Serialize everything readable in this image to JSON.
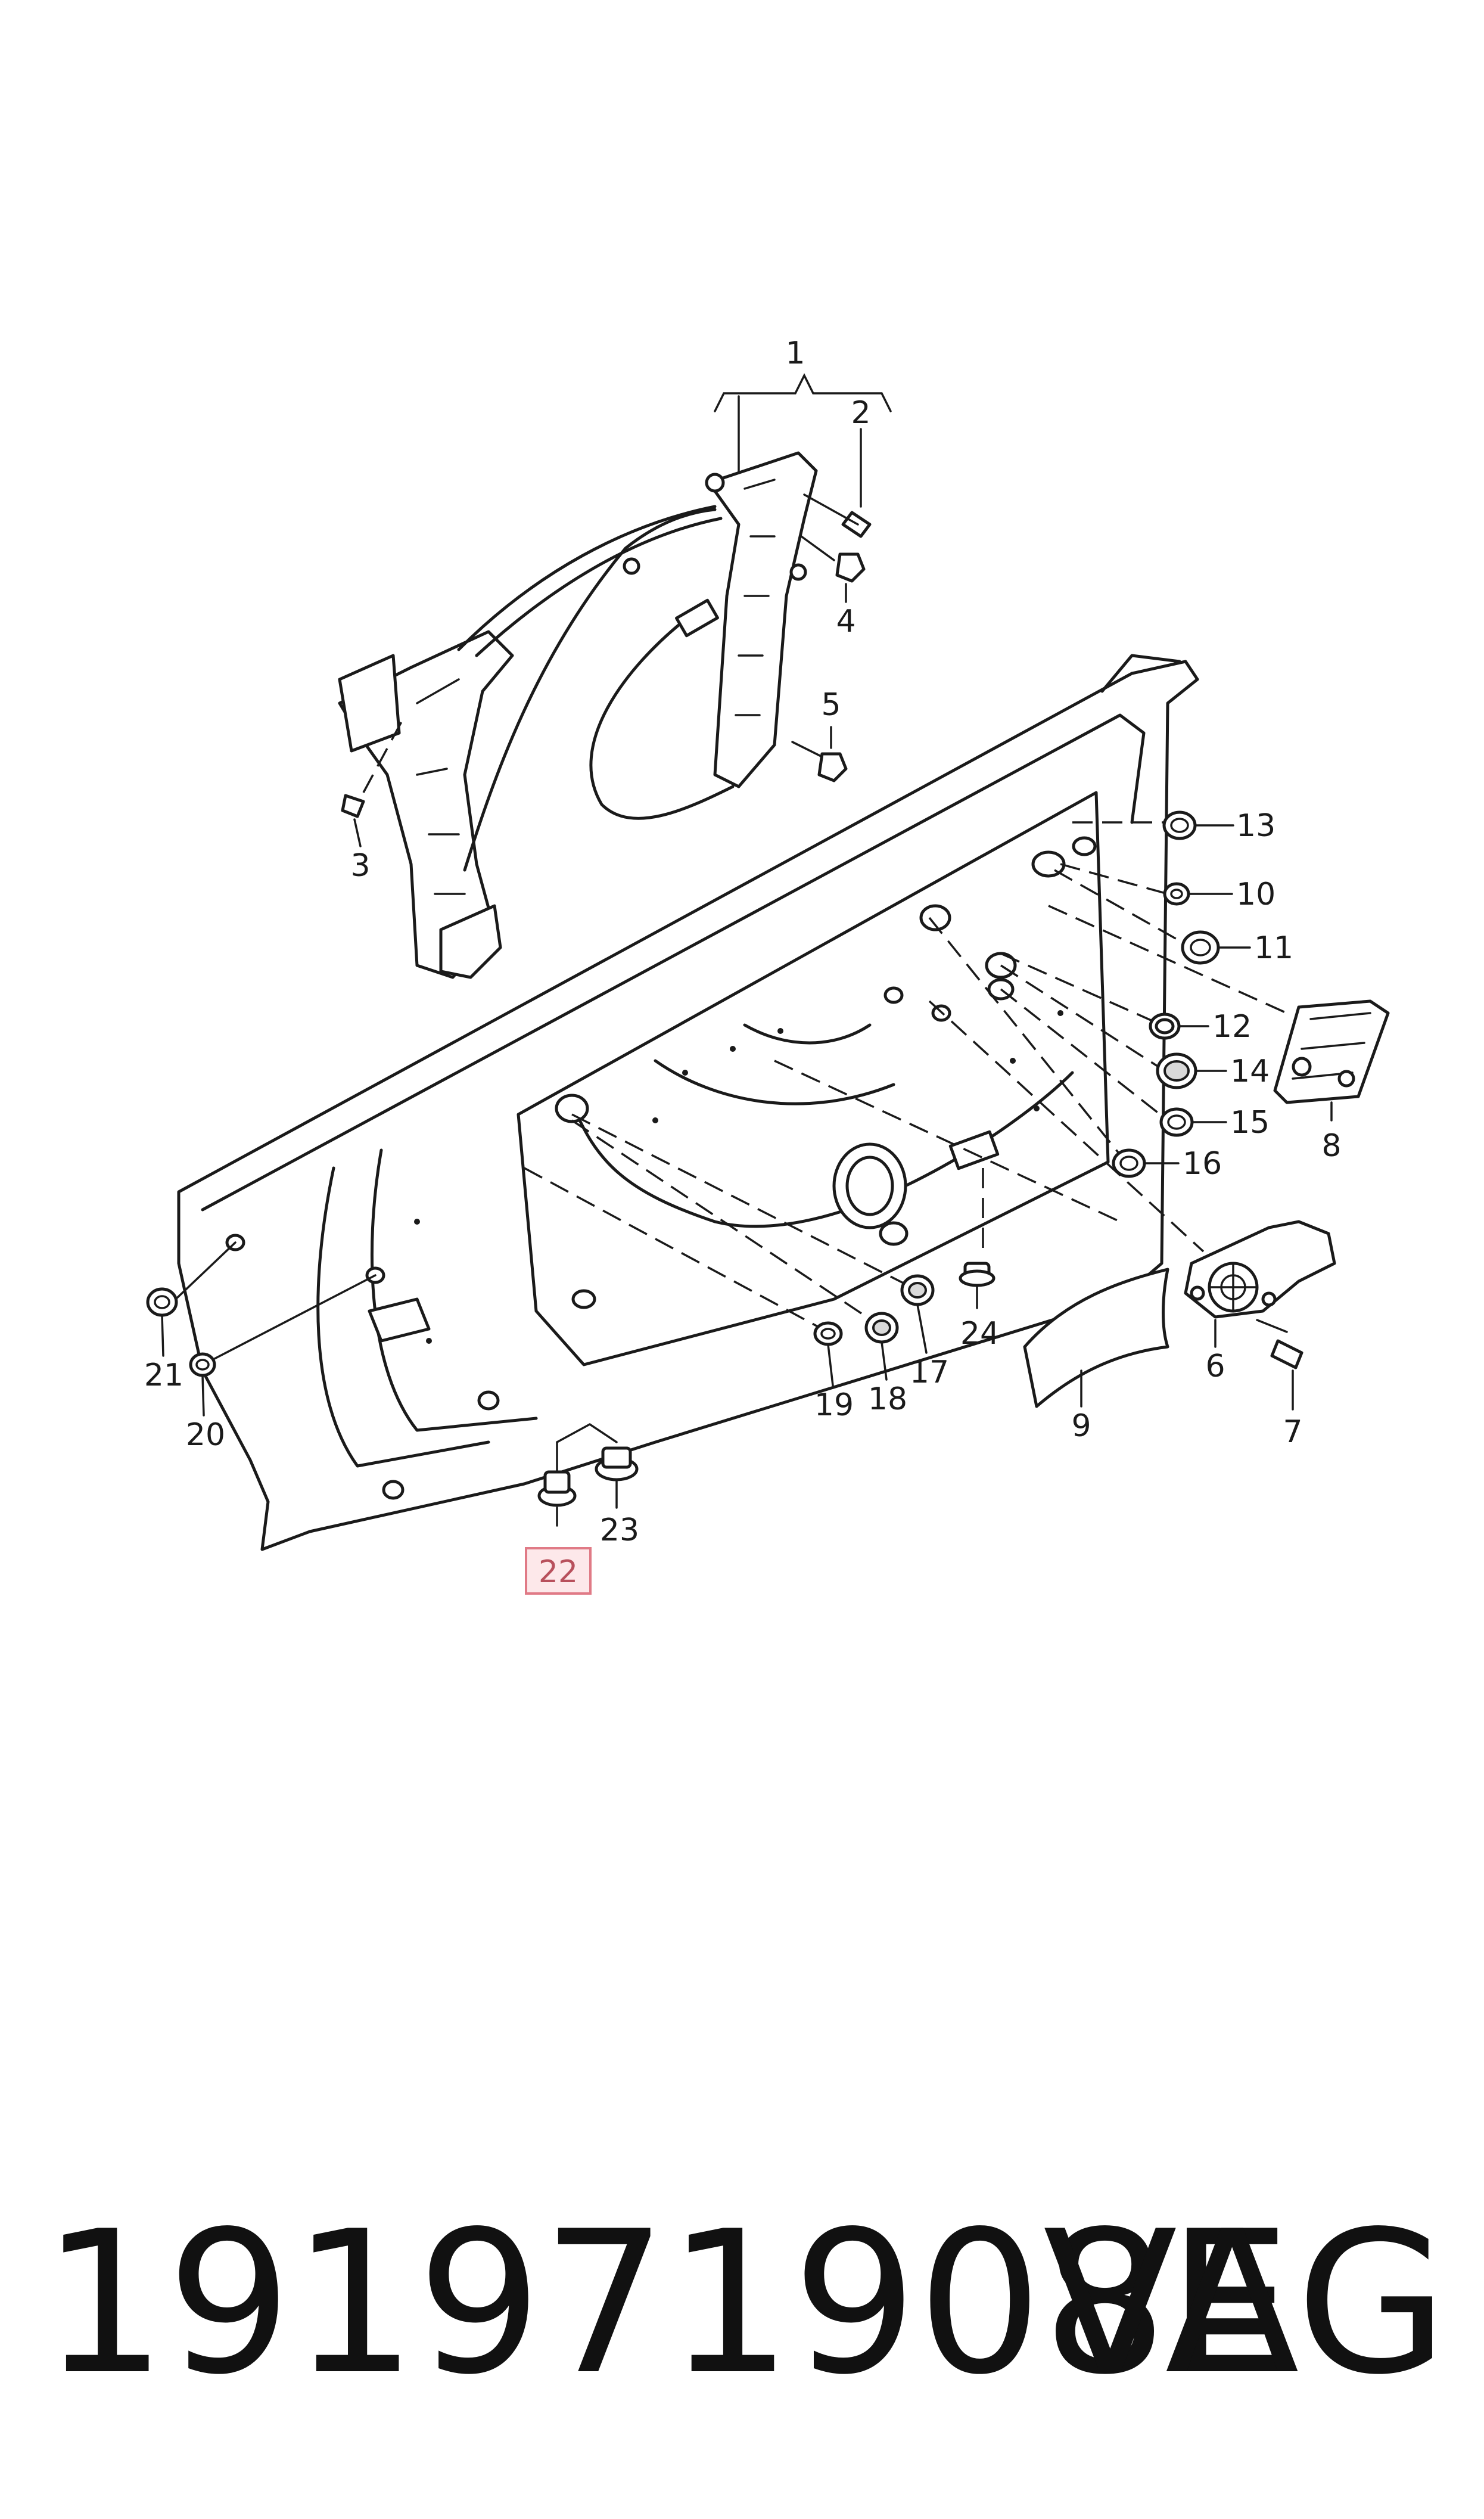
{
  "diagram": {
    "callouts": [
      {
        "id": "1",
        "text": "1"
      },
      {
        "id": "2",
        "text": "2"
      },
      {
        "id": "3",
        "text": "3"
      },
      {
        "id": "4",
        "text": "4"
      },
      {
        "id": "5",
        "text": "5"
      },
      {
        "id": "6",
        "text": "6"
      },
      {
        "id": "7",
        "text": "7"
      },
      {
        "id": "8",
        "text": "8"
      },
      {
        "id": "9",
        "text": "9"
      },
      {
        "id": "10",
        "text": "10"
      },
      {
        "id": "11",
        "text": "11"
      },
      {
        "id": "12",
        "text": "12"
      },
      {
        "id": "13",
        "text": "13"
      },
      {
        "id": "14",
        "text": "14"
      },
      {
        "id": "15",
        "text": "15"
      },
      {
        "id": "16",
        "text": "16"
      },
      {
        "id": "17",
        "text": "17"
      },
      {
        "id": "18",
        "text": "18"
      },
      {
        "id": "19",
        "text": "19"
      },
      {
        "id": "20",
        "text": "20"
      },
      {
        "id": "21",
        "text": "21"
      },
      {
        "id": "22",
        "text": "22"
      },
      {
        "id": "23",
        "text": "23"
      },
      {
        "id": "24",
        "text": "24"
      }
    ],
    "highlighted_callout": "22",
    "highlight_color": "#e07a86"
  },
  "footer": {
    "part_number": "191971908E",
    "brand": "VAG"
  }
}
